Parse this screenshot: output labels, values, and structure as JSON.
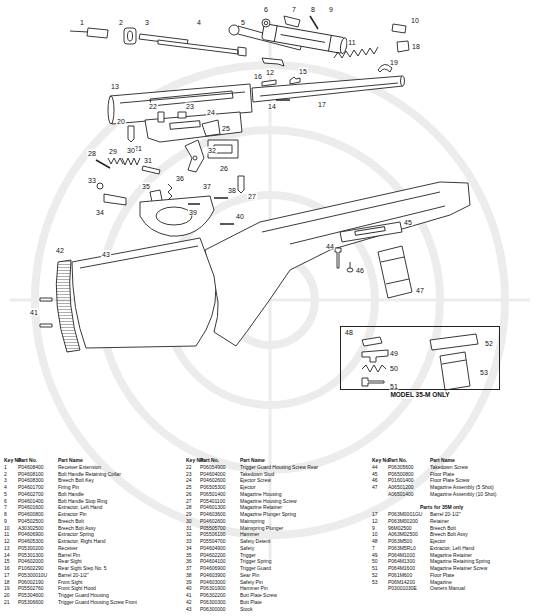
{
  "diagram": {
    "nodes": [
      {
        "text": [
          "MODEL 35-M ONLY"
        ]
      }
    ],
    "labels": [
      "1",
      "2",
      "3",
      "4",
      "5",
      "6",
      "7",
      "8",
      "9",
      "10",
      "11",
      "12",
      "13",
      "14",
      "15",
      "16",
      "17",
      "18",
      "19",
      "20",
      "21",
      "22",
      "23",
      "24",
      "25",
      "26",
      "27",
      "28",
      "29",
      "30",
      "31",
      "32",
      "33",
      "34",
      "35",
      "36",
      "37",
      "38",
      "39",
      "40",
      "41",
      "42",
      "43",
      "44",
      "45",
      "46",
      "47",
      "48",
      "49",
      "50",
      "51",
      "52",
      "53",
      "Key No.",
      "Part No.",
      "Part Name",
      "1",
      "P04608400",
      "Receiver Extension",
      "2",
      "P04608100",
      "Bolt Handle Retaining Collar",
      "3",
      "P04608300",
      "Breech Bolt Key",
      "4",
      "P04601700",
      "Firing Pin",
      "5",
      "P04602700",
      "Bolt Handle",
      "6",
      "P04601400",
      "Bolt Handle Stop Ring",
      "7",
      "P04601600",
      "Extractor, Left Hand",
      "8",
      "P04600800",
      "Extractor Pin",
      "9",
      "P04502500",
      "Breech Bolt",
      "10",
      "A30302500",
      "Breech Bolt Assy",
      "11",
      "P04606900",
      "Extractor Spring",
      "12",
      "P04605300",
      "Extractor, Right Hand",
      "13",
      "P05300200",
      "Receiver",
      "14",
      "P05301300",
      "Barrel Pin",
      "15",
      "P04602000",
      "Rear Sight",
      "16",
      "P10602290",
      "Rear Sight Step No. 5",
      "17",
      "P05300010U",
      "Barrel 20-1/2\"",
      "18",
      "P06002190",
      "Front Sight",
      "19",
      "P05502760",
      "Front Sight Hood",
      "20",
      "P05304600",
      "Trigger Guard Housing",
      "21",
      "P05306600",
      "Trigger Guard Housing Screw Front",
      "Key No.",
      "Part No.",
      "Part Name",
      "22",
      "P06054900",
      "Trigger Guard Housing Screw Rear",
      "23",
      "P04604000",
      "Takedown Stud",
      "24",
      "P04602600",
      "Ejector Screw",
      "25",
      "P06505300",
      "Ejector",
      "26",
      "P06501400",
      "Magazine Housing",
      "27",
      "P05401100",
      "Magazine Housing Screw",
      "28",
      "P04601300",
      "Magazine Retainer",
      "29",
      "P04603600",
      "Magazine Plunger Spring",
      "30",
      "P04602600",
      "Mainspring",
      "31",
      "P05505700",
      "Mainspring Plunger",
      "32",
      "P05506100",
      "Hammer",
      "33",
      "P05504700",
      "Safety Detent",
      "34",
      "P04604900",
      "Safety",
      "35",
      "P04602200",
      "Trigger",
      "36",
      "P04604100",
      "Trigger Spring",
      "37",
      "P04606900",
      "Trigger Guard",
      "38",
      "P04603900",
      "Sear Pin",
      "39",
      "P04603000",
      "Safety Pin",
      "40",
      "P06301900",
      "Hammer Pin",
      "41",
      "P06302200",
      "Butt Plate Screw",
      "42",
      "P06300300",
      "Butt Plate",
      "43",
      "P06300000",
      "Stock",
      "Key No.",
      "Part No.",
      "Part Name",
      "44",
      "P06305600",
      "Takedown Screw",
      "45",
      "P06500800",
      "Floor Plate",
      "46",
      "P01601400",
      "Floor Plate Screw",
      "47",
      "A06501200",
      "Magazine Assembly (5 Shot)",
      "A06501400",
      "Magazine Assembly (10 Shot)",
      "Parts for 35M only",
      "17",
      "P063M0001GU",
      "Barrel 20-1/2\"",
      "12",
      "P063M00200",
      "Retainer",
      "9",
      "96M02500",
      "Breech Bolt",
      "10",
      "A063M02500",
      "Breech Bolt Assy",
      "48",
      "P063M500",
      "Ejector",
      "7",
      "P063M5RL0",
      "Extractor, Left Hand",
      "49",
      "P064M1000",
      "Magazine Retainer",
      "50",
      "P064M1300",
      "Magazine Retaining Spring",
      "51",
      "P064M1600",
      "Magazine Retainer Screw",
      "52",
      "P061M600",
      "Floor Plate",
      "53",
      "P06M14200",
      "Magazine",
      "P03001030E",
      "Owners Manual"
    ]
  }
}
